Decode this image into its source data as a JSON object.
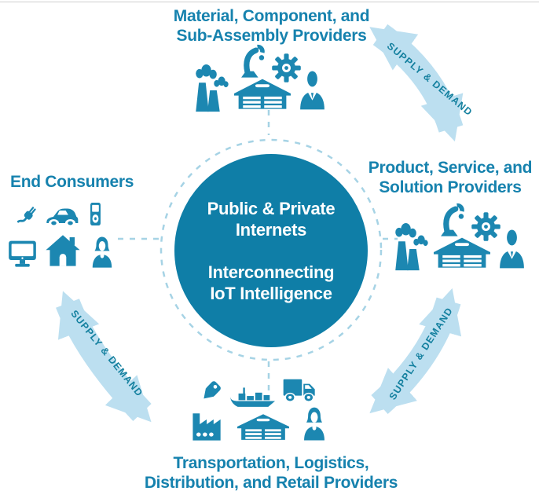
{
  "center": {
    "line1": "Public & Private",
    "line2": "Internets",
    "line3": "Interconnecting",
    "line4": "IoT Intelligence"
  },
  "groups": {
    "material": {
      "title_line1": "Material, Component, and",
      "title_line2": "Sub-Assembly Providers",
      "icons": [
        "robot-arm",
        "gear",
        "smokestack-factory",
        "warehouse",
        "businessman"
      ]
    },
    "product": {
      "title_line1": "Product, Service, and",
      "title_line2": "Solution Providers",
      "icons": [
        "robot-arm",
        "gear",
        "smokestack-factory",
        "warehouse",
        "businessman"
      ]
    },
    "consumers": {
      "title": "End Consumers",
      "icons": [
        "power-plug",
        "car",
        "media-player",
        "computer-monitor",
        "house",
        "woman"
      ]
    },
    "transport": {
      "title_line1": "Transportation, Logistics,",
      "title_line2": "Distribution, and Retail Providers",
      "icons": [
        "price-tag",
        "cargo-ship",
        "delivery-truck",
        "factory",
        "warehouse",
        "woman"
      ]
    }
  },
  "arrows": [
    {
      "position": "top-right",
      "label": "SUPPLY & DEMAND"
    },
    {
      "position": "bottom-right",
      "label": "SUPPLY & DEMAND"
    },
    {
      "position": "bottom-left",
      "label": "SUPPLY & DEMAND"
    }
  ],
  "colors": {
    "circle_fill": "#0f7ea7",
    "icon_teal": "#1c87b1",
    "heading_teal": "#1682ae",
    "arrow_light_blue": "#bcdff0",
    "arrow_label_teal": "#14809f",
    "dash_blue": "#a6d3e5"
  }
}
